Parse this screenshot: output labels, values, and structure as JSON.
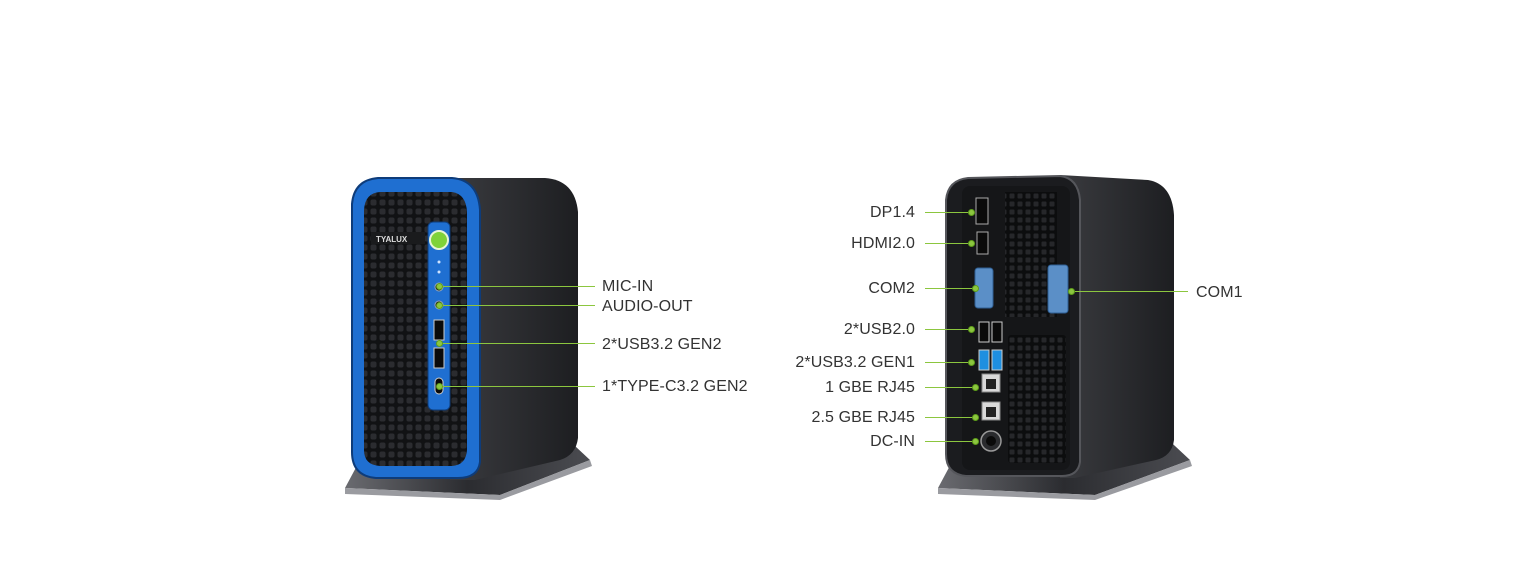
{
  "colors": {
    "accent_green": "#8cc63f",
    "bezel_blue": "#1f6fd1",
    "chassis": "#2a2b2e",
    "text": "#333333"
  },
  "front_device": {
    "brand": "TYALUX",
    "labels": {
      "mic_in": "MIC-IN",
      "audio_out": "AUDIO-OUT",
      "usb32_gen2": "2*USB3.2 GEN2",
      "type_c": "1*TYPE-C3.2 GEN2"
    }
  },
  "rear_device": {
    "labels": {
      "dp": "DP1.4",
      "hdmi": "HDMI2.0",
      "com2": "COM2",
      "usb20": "2*USB2.0",
      "usb32_gen1": "2*USB3.2 GEN1",
      "gbe1": "1 GBE RJ45",
      "gbe25": "2.5 GBE RJ45",
      "dc_in": "DC-IN",
      "com1": "COM1"
    }
  }
}
